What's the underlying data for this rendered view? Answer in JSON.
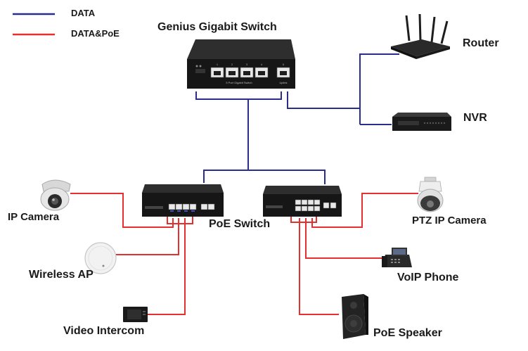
{
  "legend": {
    "data": {
      "label": "DATA",
      "color": "#2b2d8c"
    },
    "data_poe": {
      "label": "DATA&PoE",
      "color": "#e53030"
    }
  },
  "core_switch": {
    "label": "Genius Gigabit Switch",
    "panel_text": "5 Port Gigabit Switch",
    "uplink_text": "Uplink",
    "port_numbers": [
      "1",
      "2",
      "3",
      "4",
      "5"
    ]
  },
  "router": {
    "label": "Router"
  },
  "nvr": {
    "label": "NVR"
  },
  "poe_switch": {
    "label": "PoE Switch"
  },
  "endpoints": {
    "ip_camera": "IP Camera",
    "wireless_ap": "Wireless AP",
    "video_intercom": "Video Intercom",
    "ptz_ip_camera": "PTZ IP Camera",
    "voip_phone": "VoIP Phone",
    "poe_speaker": "PoE Speaker"
  },
  "colors": {
    "data_line": "#2b2d8c",
    "poe_line": "#e53030",
    "device_body": "#1c1c1c",
    "port_blue": "#3a4fc8"
  },
  "icons": [
    "switch-icon",
    "router-icon",
    "nvr-icon",
    "dome-camera-icon",
    "access-point-icon",
    "intercom-icon",
    "ptz-camera-icon",
    "voip-phone-icon",
    "speaker-icon"
  ]
}
